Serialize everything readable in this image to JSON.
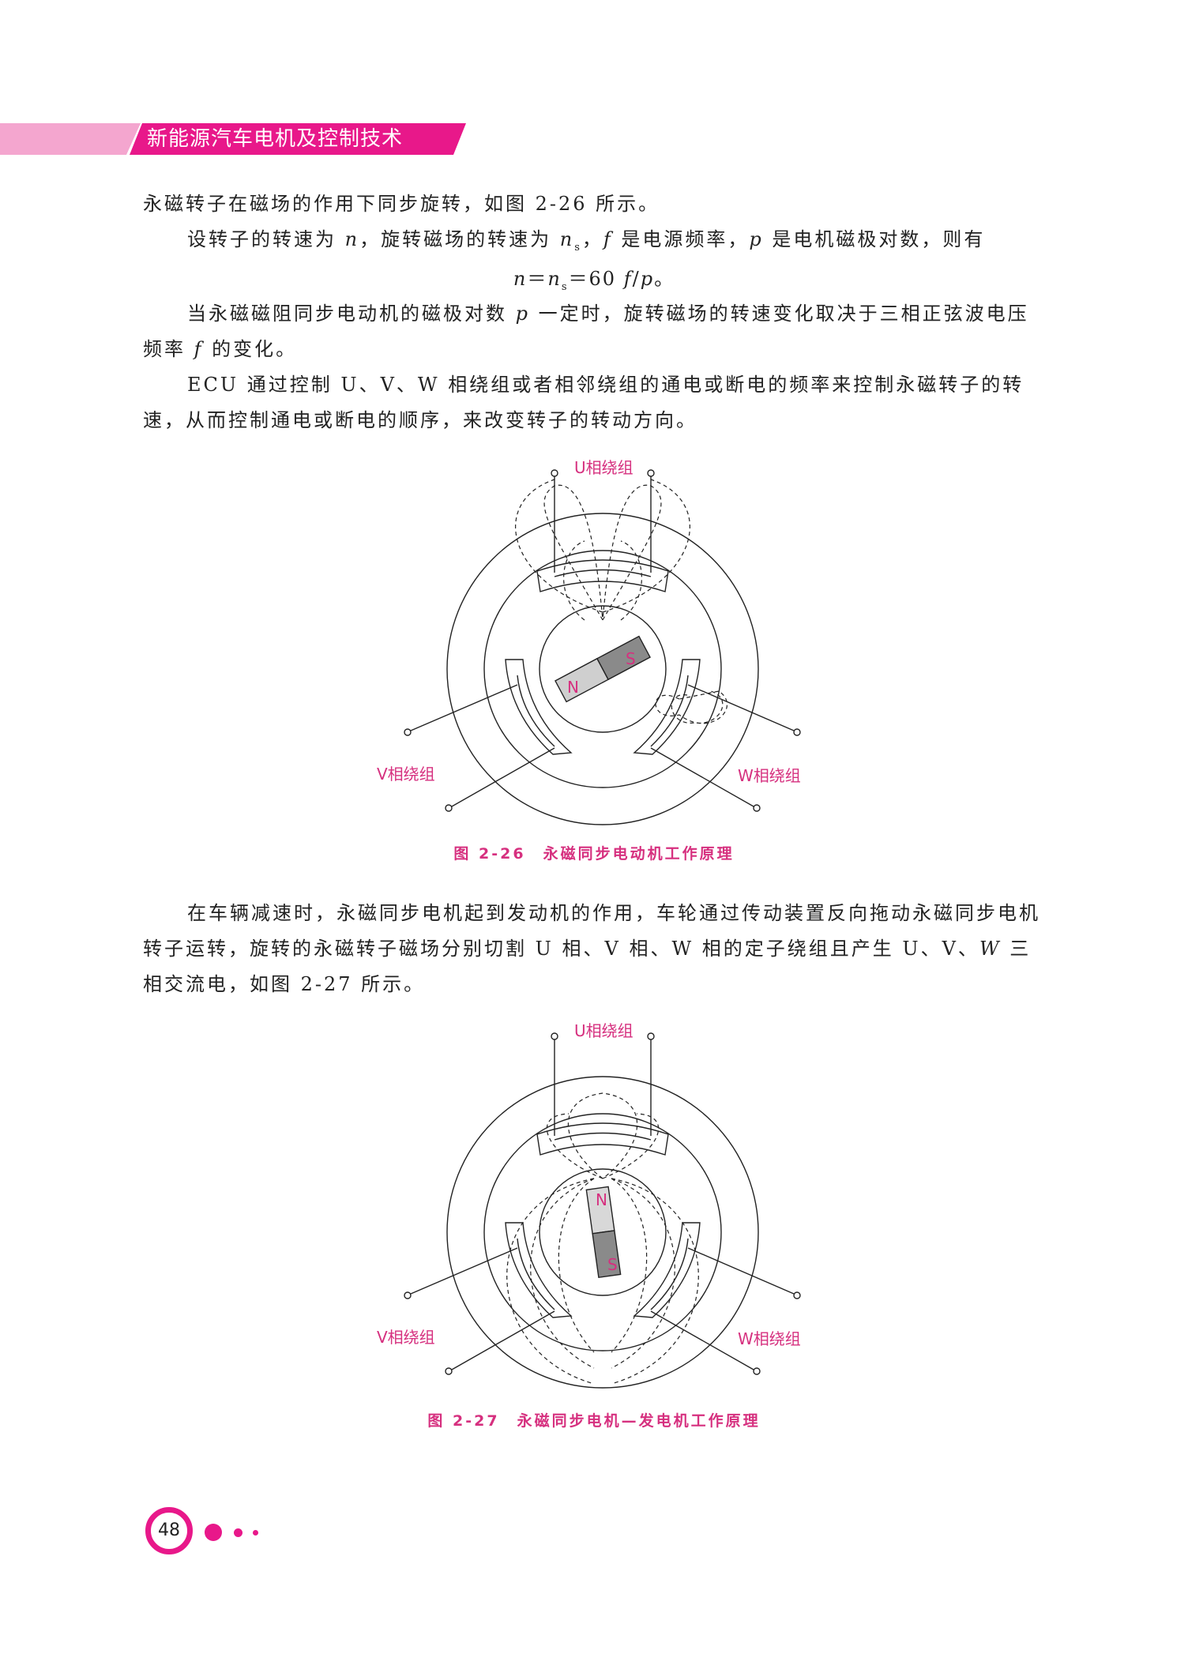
{
  "header": {
    "title": "新能源汽车电机及控制技术"
  },
  "paragraphs": {
    "p1": "永磁转子在磁场的作用下同步旋转，如图 2-26 所示。",
    "p2_a": "设转子的转速为 ",
    "p2_n": "n",
    "p2_b": "，旋转磁场的转速为 ",
    "p2_ns": "n",
    "p2_s": "s",
    "p2_c": "，",
    "p2_f": "f",
    "p2_d": " 是电源频率，",
    "p2_p": "p",
    "p2_e": " 是电机磁极对数，则有",
    "p4_a": "当永磁磁阻同步电动机的磁极对数 ",
    "p4_p": "p",
    "p4_b": " 一定时，旋转磁场的转速变化取决于三相正弦波电压频率 ",
    "p4_f": "f",
    "p4_c": " 的变化。",
    "p5": "ECU 通过控制 U、V、W 相绕组或者相邻绕组的通电或断电的频率来控制永磁转子的转速，从而控制通电或断电的顺序，来改变转子的转动方向。",
    "p6": "在车辆减速时，永磁同步电机起到发动机的作用，车轮通过传动装置反向拖动永磁同步电机转子运转，旋转的永磁转子磁场分别切割 U 相、V 相、W 相的定子绕组且产生 U、V、",
    "p6_w": "W",
    "p6_end": " 三相交流电，如图 2-27 所示。"
  },
  "formula": {
    "n": "n",
    "eq1": "＝",
    "ns": "n",
    "s": "s",
    "eq2": "＝60 ",
    "f": "f",
    "slash": "/",
    "p": "p",
    "end": "。"
  },
  "figure1": {
    "u_label": "U相绕组",
    "v_label": "V相绕组",
    "w_label": "W相绕组",
    "n_label": "N",
    "s_label": "S",
    "caption": "图 2-26　永磁同步电动机工作原理"
  },
  "figure2": {
    "u_label": "U相绕组",
    "v_label": "V相绕组",
    "w_label": "W相绕组",
    "n_label": "N",
    "s_label": "S",
    "caption": "图 2-27　永磁同步电机—发电机工作原理"
  },
  "footer": {
    "page_number": "48"
  },
  "colors": {
    "accent": "#e8188a",
    "caption": "#d6307f",
    "band_light": "#f4a6cf"
  }
}
